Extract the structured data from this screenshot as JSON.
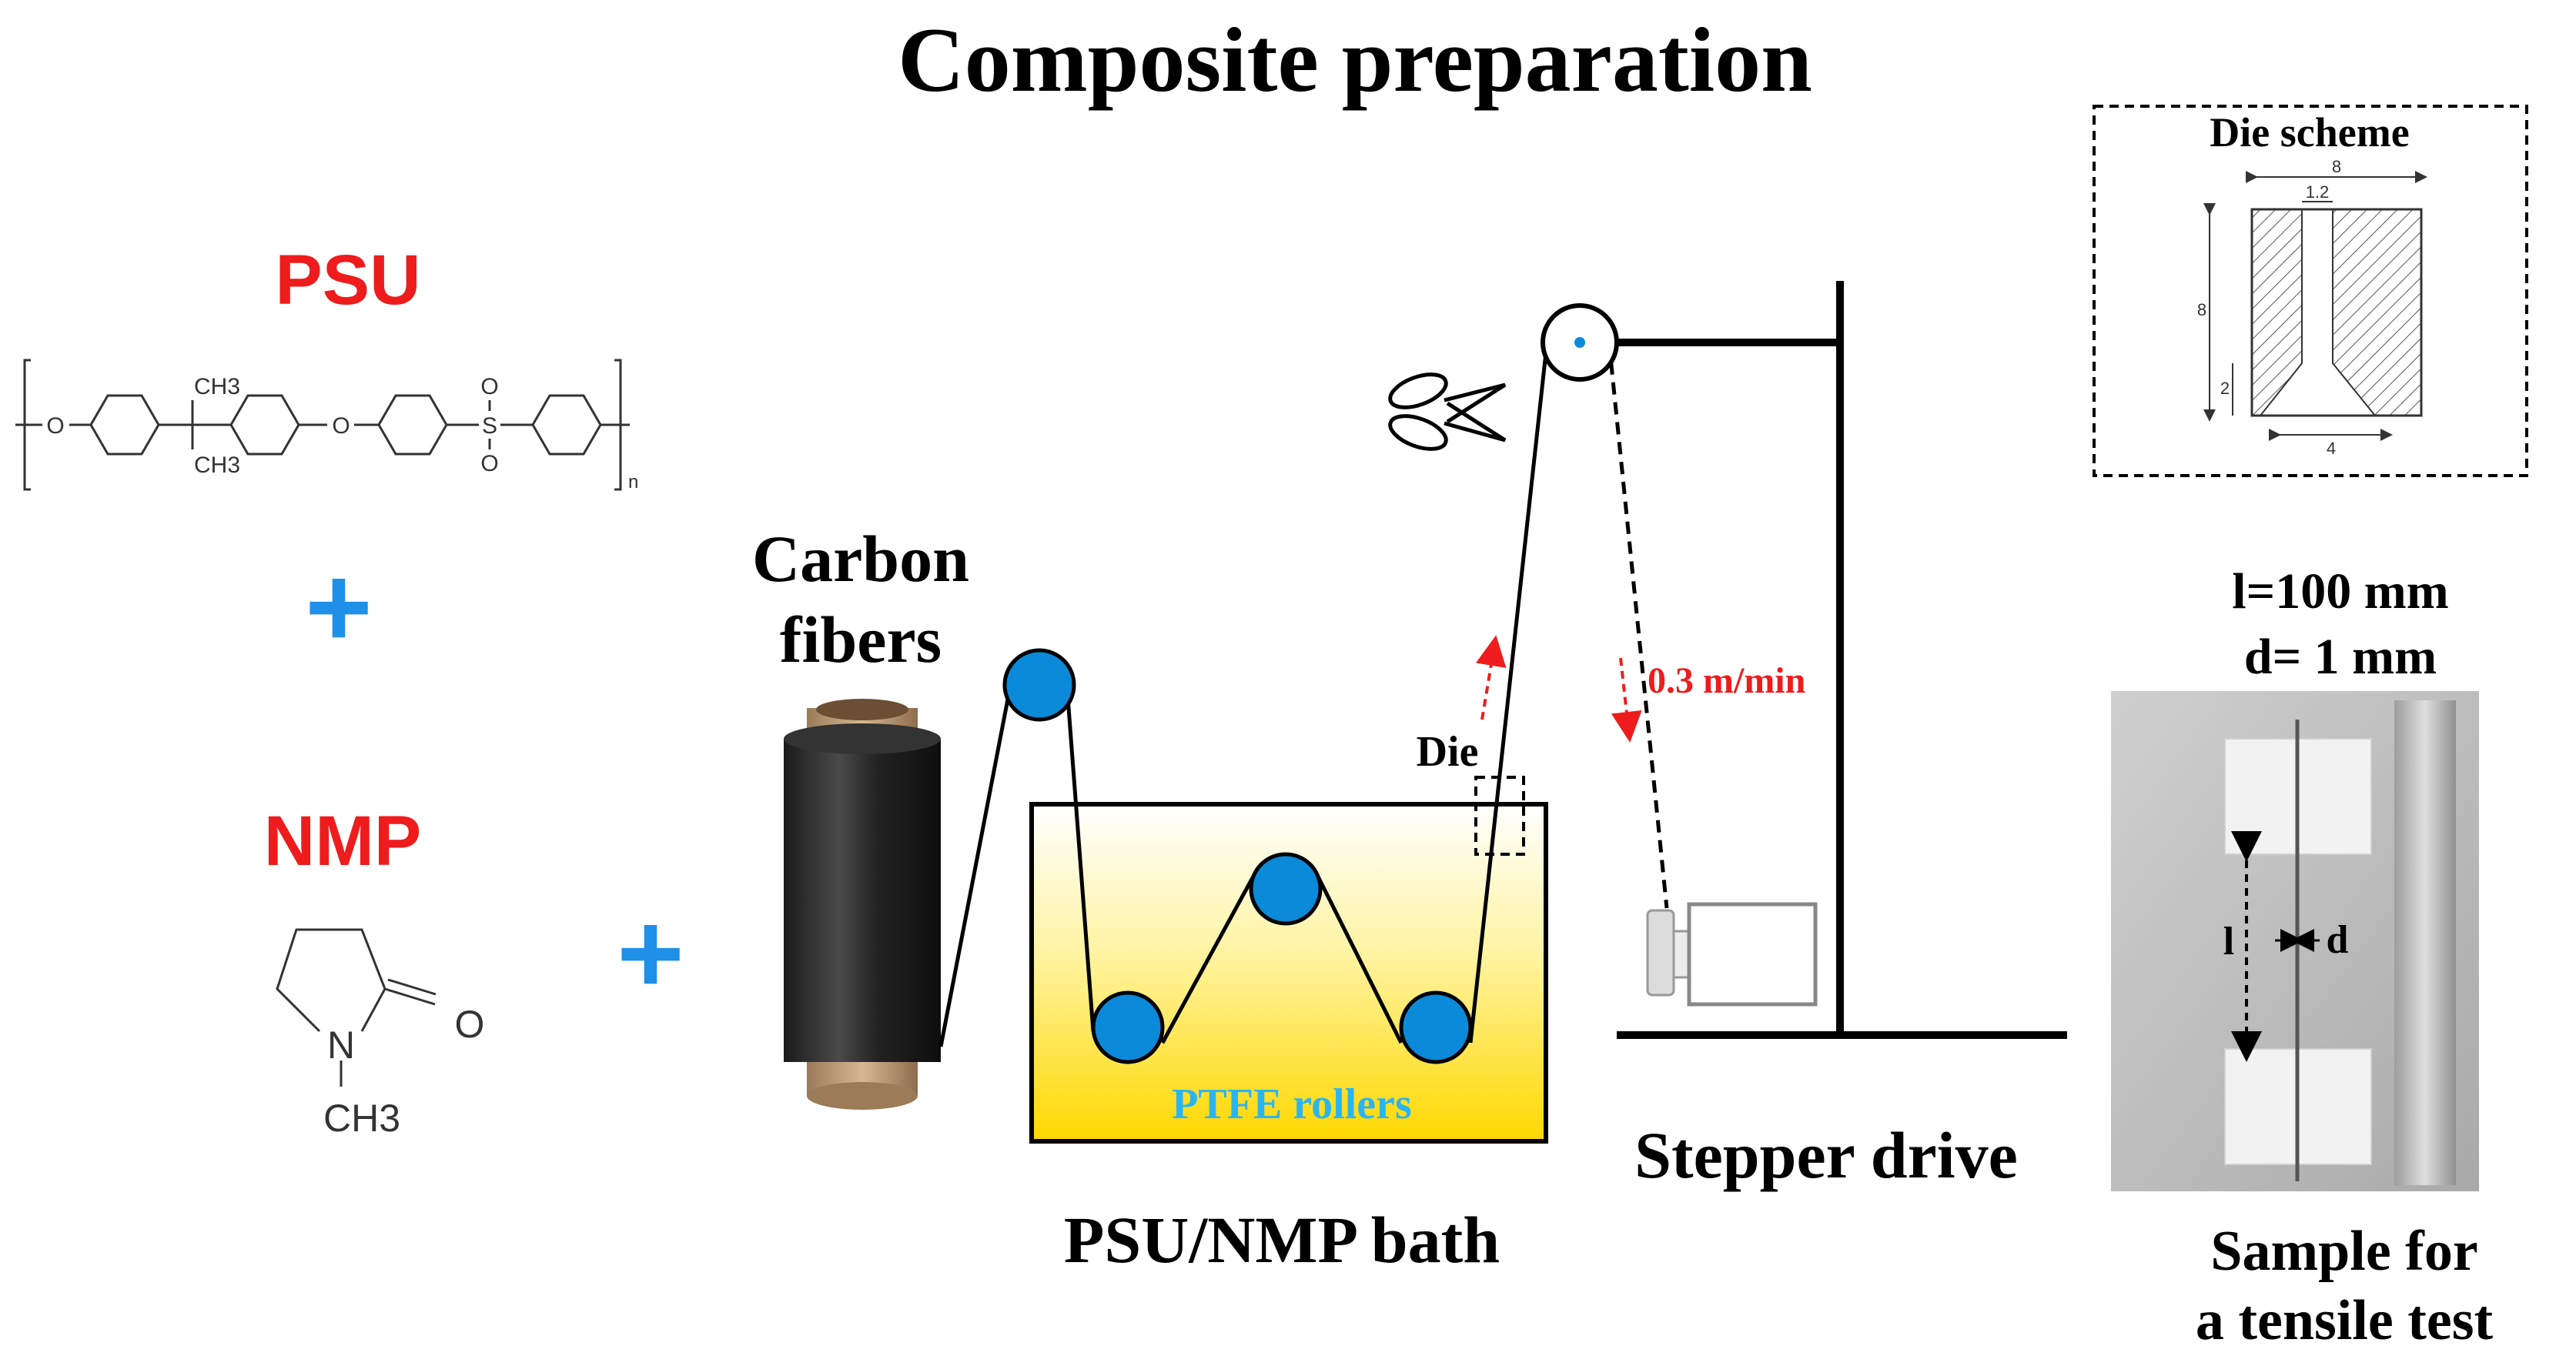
{
  "title": "Composite preparation",
  "left_column": {
    "psu_label": "PSU",
    "psu_formula": {
      "atoms": {
        "o": "O",
        "ch3_top": "CH3",
        "ch3_bottom": "CH3",
        "s": "S",
        "o_top": "O",
        "o_bottom": "O"
      },
      "repeat_index": "n"
    },
    "plus_symbol": "+",
    "nmp_label": "NMP",
    "nmp_formula": {
      "n": "N",
      "o": "O",
      "ch3": "CH3"
    }
  },
  "center": {
    "plus_symbol": "+",
    "carbon_fibers_label_line1": "Carbon",
    "carbon_fibers_label_line2": "fibers",
    "die_label": "Die",
    "speed_label": "0.3 m/min",
    "rollers_label": "PTFE rollers",
    "bath_label": "PSU/NMP bath",
    "stepper_label": "Stepper drive"
  },
  "die_scheme": {
    "title": "Die scheme",
    "dim_top": "8",
    "dim_hole": "1.2",
    "dim_height": "8",
    "dim_cone": "2",
    "dim_bottom": "4"
  },
  "sample": {
    "length_spec": "l=100 mm",
    "diameter_spec": "d= 1 mm",
    "l_marker": "l",
    "d_marker": "d",
    "caption_line1": "Sample for",
    "caption_line2": "a tensile test"
  },
  "colors": {
    "label_red": "#ee1c1c",
    "plus_blue": "#1e90e8",
    "roller_blue": "#0a8ad8",
    "roller_text": "#2bb5f0",
    "bath_yellow": "#ffdc00"
  }
}
